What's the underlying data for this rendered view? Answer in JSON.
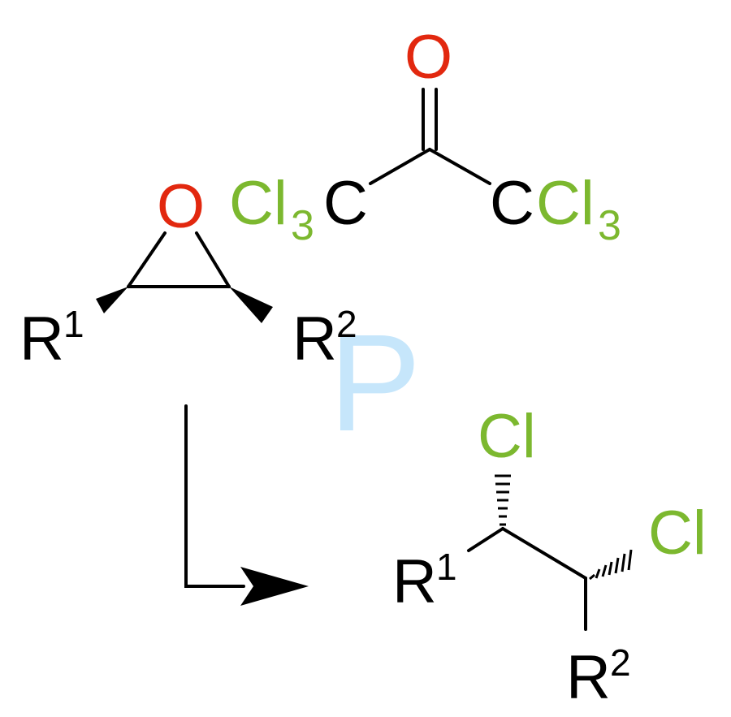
{
  "diagram": {
    "ketone": {
      "oxygen": "O",
      "left_cl": "Cl",
      "left_sub": "3",
      "left_c": "C",
      "right_c": "C",
      "right_cl": "Cl",
      "right_sub": "3"
    },
    "epoxide": {
      "oxygen": "O",
      "r1": "R",
      "r1_sup": "1",
      "r2": "R",
      "r2_sup": "2"
    },
    "watermark": "P",
    "product": {
      "cl_top": "Cl",
      "cl_right": "Cl",
      "r1": "R",
      "r1_sup": "1",
      "r2": "R",
      "r2_sup": "2"
    },
    "colors": {
      "oxygen": "#e2280f",
      "chlorine": "#7cb82f",
      "bond": "#000000",
      "watermark": "#c6e6fb"
    }
  }
}
